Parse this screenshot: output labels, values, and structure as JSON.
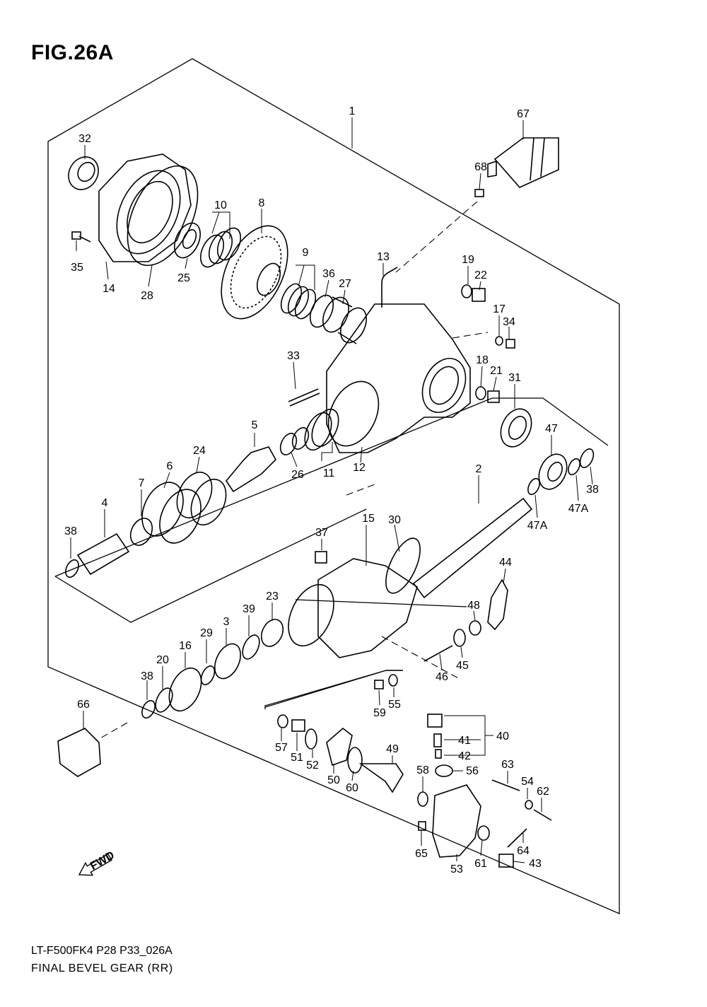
{
  "figure": {
    "title": "FIG.26A",
    "code": "LT-F500FK4 P28 P33_026A",
    "caption": "FINAL BEVEL GEAR (RR)",
    "fwd_label": "FWD"
  },
  "callouts": [
    "1",
    "67",
    "32",
    "68",
    "10",
    "8",
    "9",
    "13",
    "19",
    "22",
    "35",
    "14",
    "28",
    "25",
    "36",
    "27",
    "17",
    "34",
    "33",
    "18",
    "21",
    "31",
    "5",
    "24",
    "6",
    "26",
    "11",
    "12",
    "47",
    "7",
    "4",
    "2",
    "38",
    "47A",
    "15",
    "30",
    "37",
    "44",
    "23",
    "39",
    "48",
    "3",
    "29",
    "16",
    "20",
    "45",
    "46",
    "59",
    "55",
    "66",
    "40",
    "41",
    "42",
    "57",
    "51",
    "52",
    "49",
    "50",
    "60",
    "58",
    "56",
    "63",
    "54",
    "62",
    "64",
    "65",
    "53",
    "61",
    "43"
  ]
}
